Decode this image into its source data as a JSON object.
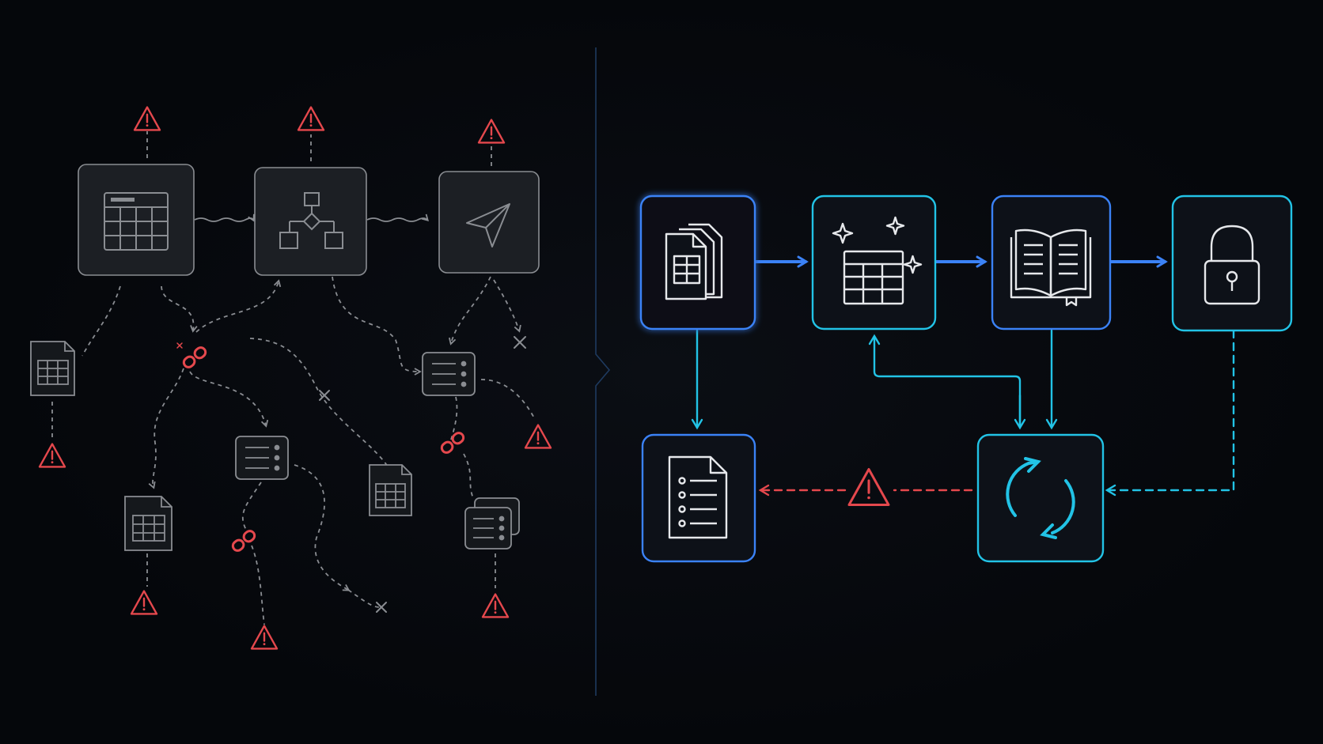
{
  "colors": {
    "background": "#05070b",
    "legacy_stroke": "#8a8d92",
    "legacy_node_fill": "#1c1f24",
    "warning_red": "#e5484d",
    "flow_blue": "#3b82f6",
    "flow_cyan": "#22c3e6",
    "divider": "#1e3a5f"
  },
  "legacy_side": {
    "main_nodes": [
      {
        "name": "spreadsheet-window-node",
        "icon": "table-window-icon"
      },
      {
        "name": "flowchart-node",
        "icon": "flowchart-icon"
      },
      {
        "name": "send-node",
        "icon": "paper-plane-icon"
      }
    ],
    "scattered": [
      {
        "name": "orphan-sheet-1",
        "icon": "spreadsheet-file-icon"
      },
      {
        "name": "orphan-sheet-2",
        "icon": "spreadsheet-file-icon"
      },
      {
        "name": "orphan-sheet-3",
        "icon": "spreadsheet-file-icon"
      },
      {
        "name": "orphan-list-1",
        "icon": "list-card-icon"
      },
      {
        "name": "orphan-list-2",
        "icon": "list-card-icon"
      },
      {
        "name": "orphan-list-3",
        "icon": "stacked-list-card-icon"
      }
    ]
  },
  "modern_side": {
    "nodes": [
      {
        "name": "source-documents-node",
        "icon": "spreadsheet-documents-icon",
        "color": "#3b82f6"
      },
      {
        "name": "smart-table-node",
        "icon": "sparkle-table-icon",
        "color": "#22c3e6"
      },
      {
        "name": "knowledge-book-node",
        "icon": "open-book-icon",
        "color": "#3b82f6"
      },
      {
        "name": "secure-lock-node",
        "icon": "padlock-icon",
        "color": "#22c3e6"
      },
      {
        "name": "report-document-node",
        "icon": "checklist-document-icon",
        "color": "#3b82f6"
      },
      {
        "name": "sync-node",
        "icon": "refresh-cycle-icon",
        "color": "#22c3e6"
      }
    ]
  }
}
